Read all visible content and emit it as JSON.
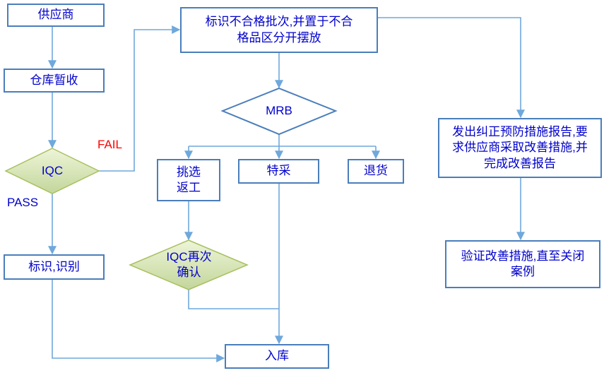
{
  "diagram": {
    "type": "flowchart",
    "nodes": {
      "supplier": "供应商",
      "warehouse_receive": "仓库暂收",
      "iqc": "IQC",
      "mark_identify": "标识,识别",
      "mark_nonconforming": "标识不合格批次,并置于不合格品区分开摆放",
      "mrb": "MRB",
      "sort_rework": "挑选返工",
      "special_acceptance": "特采",
      "return_goods": "退货",
      "iqc_recheck": "IQC再次确认",
      "capa_report": "发出纠正预防措施报告,要求供应商采取改善措施,并完成改善报告",
      "verify_improvement": "验证改善措施,直至关闭案例",
      "stock_in": "入库"
    },
    "edge_labels": {
      "fail": "FAIL",
      "pass": "PASS"
    },
    "colors": {
      "node_border": "#4a7ebb",
      "node_text": "#0000cc",
      "connector": "#6fa8dc",
      "fail_label": "#ff0000",
      "pass_label": "#0000cc",
      "decision_fill_top": "#edf4d7",
      "decision_fill_bottom": "#c3d69b",
      "decision_border": "#a8c060"
    }
  }
}
